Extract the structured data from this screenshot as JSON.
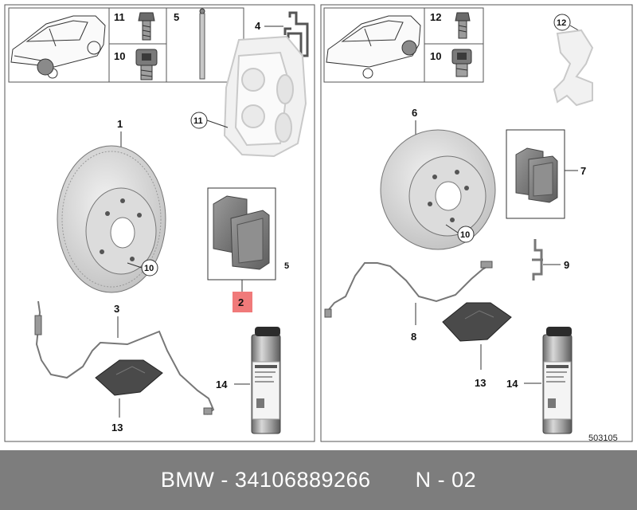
{
  "diagram": {
    "left_panel": {
      "labels": {
        "bolt_caliper": "11",
        "guide_pin": "5",
        "spring_clip": "4",
        "guide_bolt": "10",
        "caliper_ref": "11",
        "disc": "1",
        "disc_bolt_ref": "10",
        "pad_set_inner": "5",
        "pad_set": "2",
        "wear_sensor": "3",
        "cleaning_spray": "14",
        "grease_pack": "13"
      }
    },
    "right_panel": {
      "labels": {
        "bolt": "12",
        "guide_bolt": "10",
        "carrier": "12",
        "disc": "6",
        "disc_bolt_ref": "10",
        "pad_set": "7",
        "clip": "9",
        "wear_sensor": "8",
        "grease_pack": "13",
        "cleaning_spray": "14"
      }
    },
    "drawing_code": "503105"
  },
  "footer": {
    "brand": "BMW",
    "sep1": " - ",
    "part_number": "34106889266",
    "gap": "       ",
    "page": "N - 02"
  },
  "colors": {
    "highlight": "#f07a7a",
    "footer_bg": "#7d7d7d"
  }
}
